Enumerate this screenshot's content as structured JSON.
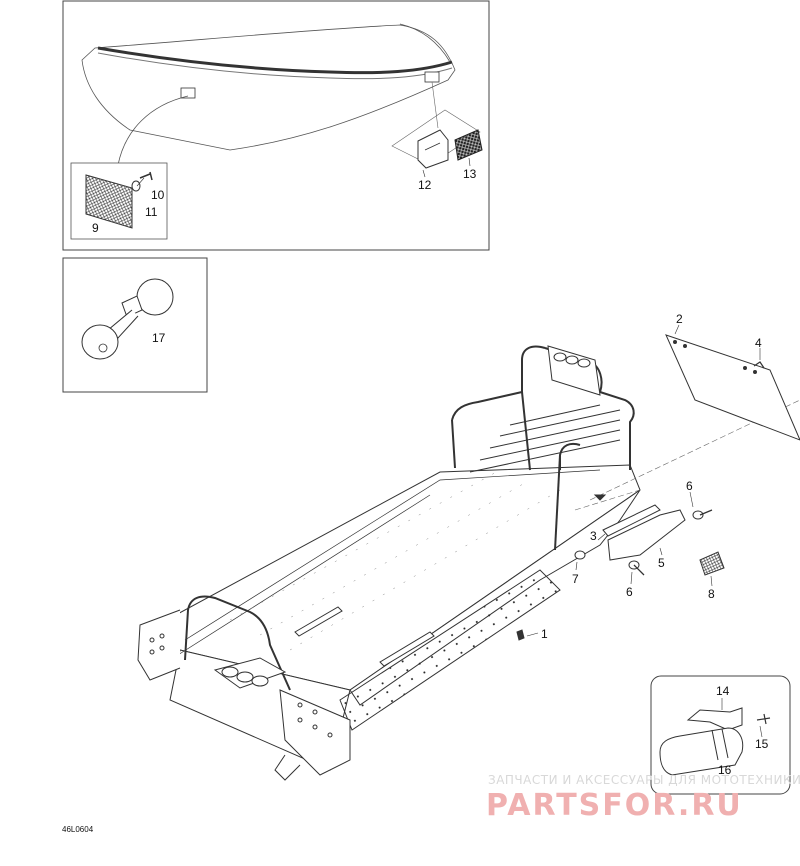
{
  "diagram": {
    "part_labels": [
      "1",
      "2",
      "3",
      "4",
      "5",
      "6",
      "6",
      "7",
      "8",
      "9",
      "10",
      "11",
      "12",
      "13",
      "14",
      "15",
      "16",
      "17"
    ],
    "drawing_code": "46L0604"
  },
  "watermark": {
    "tagline": "ЗАПЧАСТИ И АКСЕССУАРЫ ДЛЯ МОТОТЕХНИКИ",
    "brand": "PARTSFOR.RU"
  }
}
